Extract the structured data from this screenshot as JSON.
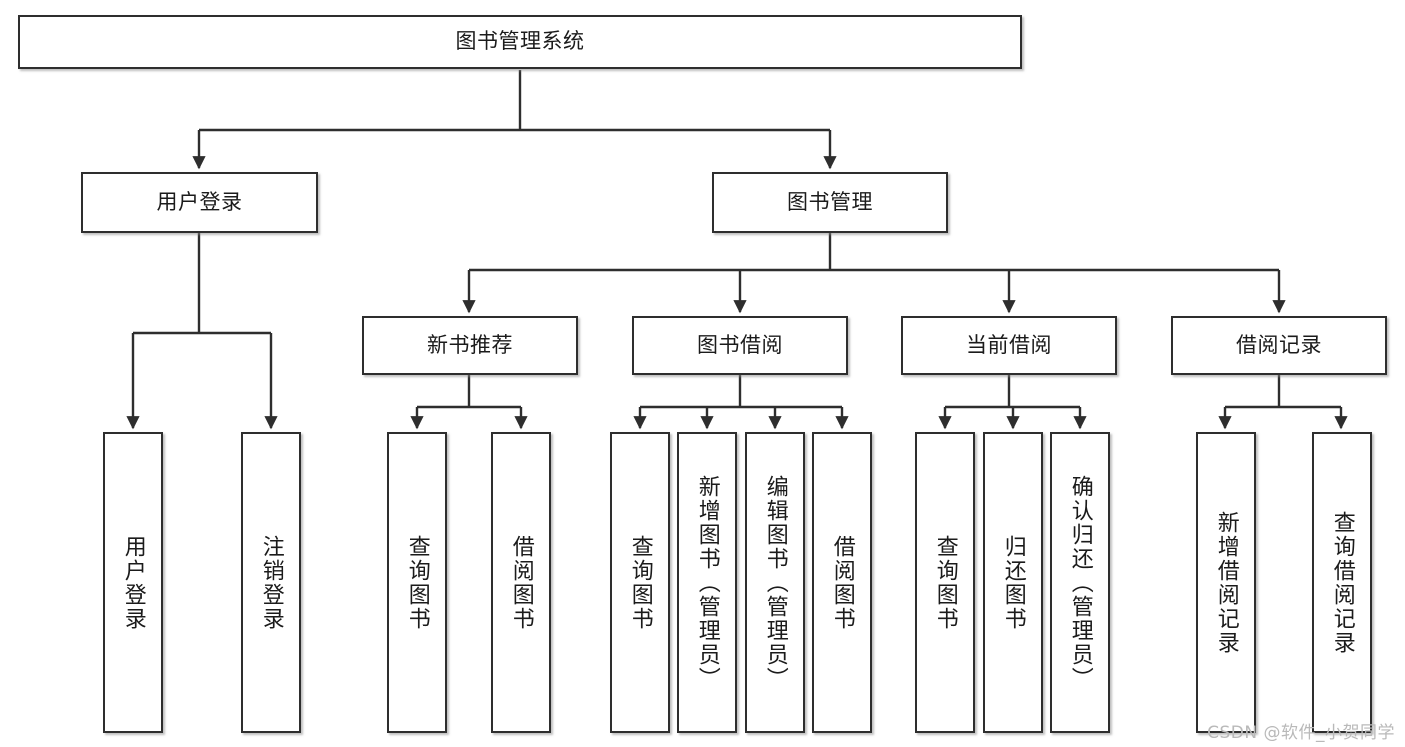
{
  "diagram": {
    "type": "tree-hierarchy",
    "title": "图书管理系统",
    "root": {
      "id": "root",
      "label": "图书管理系统",
      "orientation": "horizontal"
    },
    "level2": [
      {
        "id": "user-login",
        "label": "用户登录",
        "orientation": "horizontal"
      },
      {
        "id": "book-manage",
        "label": "图书管理",
        "orientation": "horizontal"
      }
    ],
    "level3": [
      {
        "id": "new-book-rec",
        "label": "新书推荐",
        "orientation": "horizontal",
        "parent": "book-manage"
      },
      {
        "id": "book-borrow",
        "label": "图书借阅",
        "orientation": "horizontal",
        "parent": "book-manage"
      },
      {
        "id": "current-borrow",
        "label": "当前借阅",
        "orientation": "horizontal",
        "parent": "book-manage"
      },
      {
        "id": "borrow-record",
        "label": "借阅记录",
        "orientation": "horizontal",
        "parent": "book-manage"
      }
    ],
    "leaves": {
      "user-login": [
        {
          "id": "leaf-user-login",
          "label": "用户登录"
        },
        {
          "id": "leaf-user-logout",
          "label": "注销登录"
        }
      ],
      "new-book-rec": [
        {
          "id": "leaf-query-book-1",
          "label": "查询图书"
        },
        {
          "id": "leaf-borrow-book-1",
          "label": "借阅图书"
        }
      ],
      "book-borrow": [
        {
          "id": "leaf-query-book-2",
          "label": "查询图书"
        },
        {
          "id": "leaf-add-book",
          "label": "新增图书（管理员）"
        },
        {
          "id": "leaf-edit-book",
          "label": "编辑图书（管理员）"
        },
        {
          "id": "leaf-borrow-book-2",
          "label": "借阅图书"
        }
      ],
      "current-borrow": [
        {
          "id": "leaf-query-book-3",
          "label": "查询图书"
        },
        {
          "id": "leaf-return-book",
          "label": "归还图书"
        },
        {
          "id": "leaf-confirm-return",
          "label": "确认归还（管理员）"
        }
      ],
      "borrow-record": [
        {
          "id": "leaf-add-record",
          "label": "新增借阅记录"
        },
        {
          "id": "leaf-query-record",
          "label": "查询借阅记录"
        }
      ]
    },
    "colors": {
      "box_border": "#2e2e2e",
      "box_fill": "#ffffff",
      "connector": "#2e2e2e",
      "text": "#1b1b1b",
      "background": "#ffffff",
      "watermark": "#b9b9b9"
    }
  },
  "watermark": {
    "text": "CSDN @软件_小贺同学"
  }
}
